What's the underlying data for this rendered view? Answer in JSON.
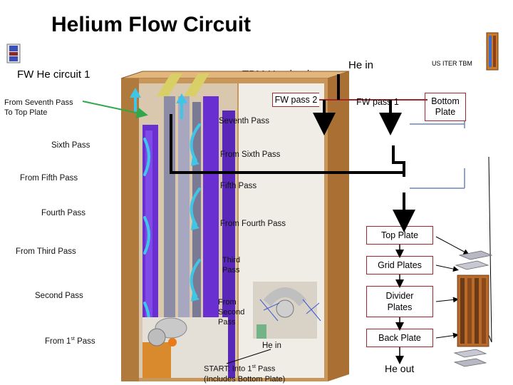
{
  "title": "Helium Flow Circuit",
  "circuits": {
    "fw": "FW He circuit 1",
    "tbm": "TBM He circuit",
    "he_in": "He in",
    "us_iter_tbm": "US ITER TBM"
  },
  "left_labels": {
    "seventh_to_top_line1": "From Seventh Pass",
    "seventh_to_top_line2": "To Top Plate",
    "sixth_pass": "Sixth Pass",
    "from_fifth": "From Fifth Pass",
    "fourth_pass": "Fourth Pass",
    "from_third": "From Third Pass",
    "second_pass": "Second Pass",
    "from_first_prefix": "From 1",
    "from_first_sup": "st",
    "from_first_suffix": " Pass"
  },
  "center_labels": {
    "seventh_pass": "Seventh Pass",
    "from_sixth": "From Sixth Pass",
    "fifth_pass": "Fifth Pass",
    "from_fourth": "From Fourth Pass",
    "third_pass_line1": "Third",
    "third_pass_line2": "Pass",
    "from_second_line1": "From",
    "from_second_line2": "Second",
    "from_second_line3": "Pass",
    "he_in_small": "He in",
    "start_line1_prefix": "START: Into 1",
    "start_line1_sup": "st",
    "start_line1_suffix": " Pass",
    "start_line2": "(Includes Bottom Plate)"
  },
  "boxes": {
    "fw_pass_2": "FW pass 2",
    "fw_pass_1": "FW pass 1",
    "bottom_plate_line1": "Bottom",
    "bottom_plate_line2": "Plate",
    "top_plate": "Top Plate",
    "grid_plates": "Grid Plates",
    "divider_line1": "Divider",
    "divider_line2": "Plates",
    "back_plate": "Back Plate",
    "he_out": "He out"
  },
  "colors": {
    "box_border": "#a0272b",
    "module_wood": "#c89658",
    "channel_purple": "#6a2fd0",
    "flow_arrow_cyan": "#3fc6e6",
    "connector_green": "#2ea84a"
  }
}
